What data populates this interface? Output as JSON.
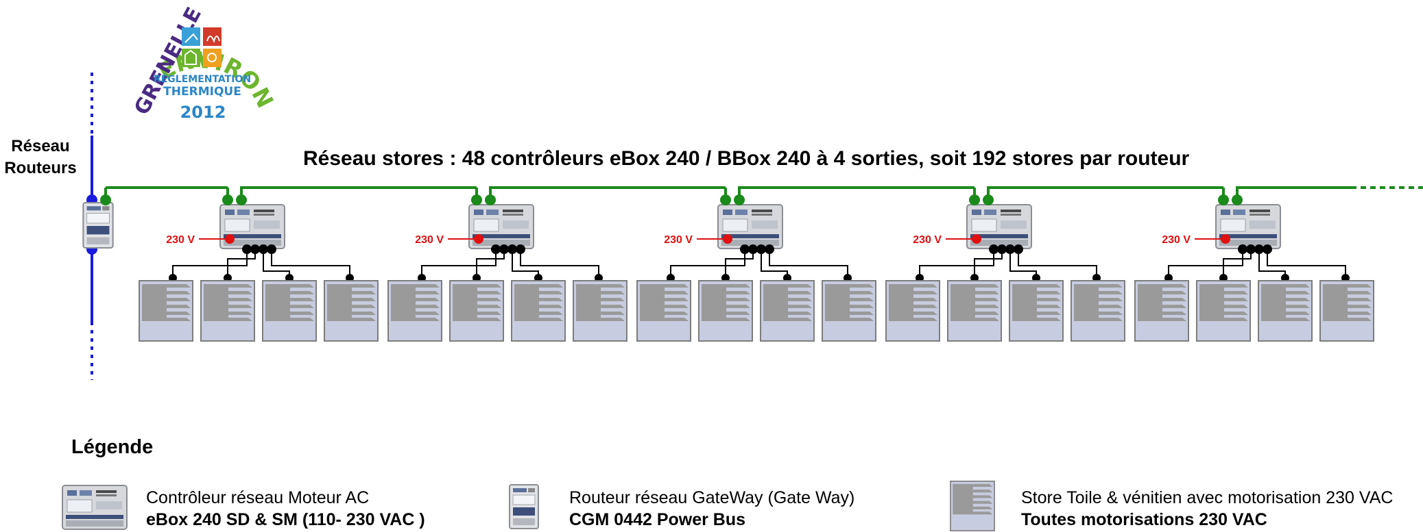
{
  "logo": {
    "arc_top": "ENVIRONNEMENT",
    "arc_left": "GRENELLE",
    "line1": "RÉGLEMENTATION",
    "line2": "THERMIQUE",
    "year": "2012"
  },
  "network": {
    "label_line1": "Réseau",
    "label_line2": "Routeurs"
  },
  "title": "Réseau stores : 48 contrôleurs eBox 240 / BBox 240  à 4 sorties, soit 192 stores par routeur",
  "voltage_label": "230 V",
  "controller_count_shown": 5,
  "stores_per_controller": 4,
  "colors": {
    "bus_green": "#1a8a1a",
    "router_blue": "#1a1ae0",
    "power_red": "#e01010",
    "store_fill": "#c8cce0",
    "store_block": "#9a9a9a"
  },
  "legend": {
    "title": "Légende",
    "items": [
      {
        "icon": "controller-icon",
        "line1": "Contrôleur réseau Moteur AC",
        "line2": "eBox 240 SD & SM  (110- 230 VAC )"
      },
      {
        "icon": "router-icon",
        "line1": "Routeur réseau GateWay (Gate Way)",
        "line2": "CGM 0442 Power Bus"
      },
      {
        "icon": "store-icon",
        "line1": "Store Toile & vénitien avec motorisation 230 VAC",
        "line2": "Toutes motorisations 230 VAC"
      }
    ]
  }
}
